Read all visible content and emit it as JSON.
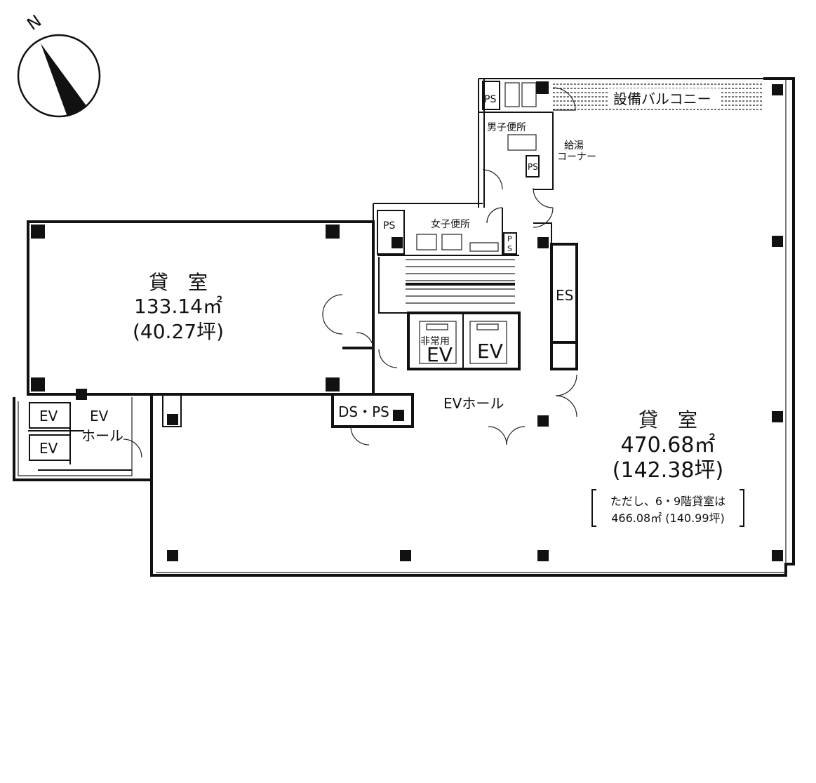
{
  "compass": {
    "north_label": "N"
  },
  "rooms": {
    "rental_west": {
      "name": "貸　室",
      "area_sqm": "133.14㎡",
      "area_tsubo": "(40.27坪)"
    },
    "rental_east": {
      "name": "貸　室",
      "area_sqm": "470.68㎡",
      "area_tsubo": "(142.38坪)",
      "note_line1": "ただし、6・9階貸室は",
      "note_line2": "466.08㎡ (140.99坪)"
    }
  },
  "labels": {
    "balcony": "設備バルコニー",
    "mens_toilet": "男子便所",
    "womens_toilet": "女子便所",
    "kitchenette_line1": "給湯",
    "kitchenette_line2": "コーナー",
    "ps": "PS",
    "ps_vertical_p": "P",
    "ps_vertical_s": "S",
    "es": "ES",
    "ev": "EV",
    "emergency": "非常用",
    "ev_hall": "EVホール",
    "ds_ps": "DS・PS",
    "west_ev_hall_line1": "EV",
    "west_ev_hall_line2": "ホール"
  },
  "colors": {
    "line": "#111111",
    "background": "#ffffff"
  }
}
